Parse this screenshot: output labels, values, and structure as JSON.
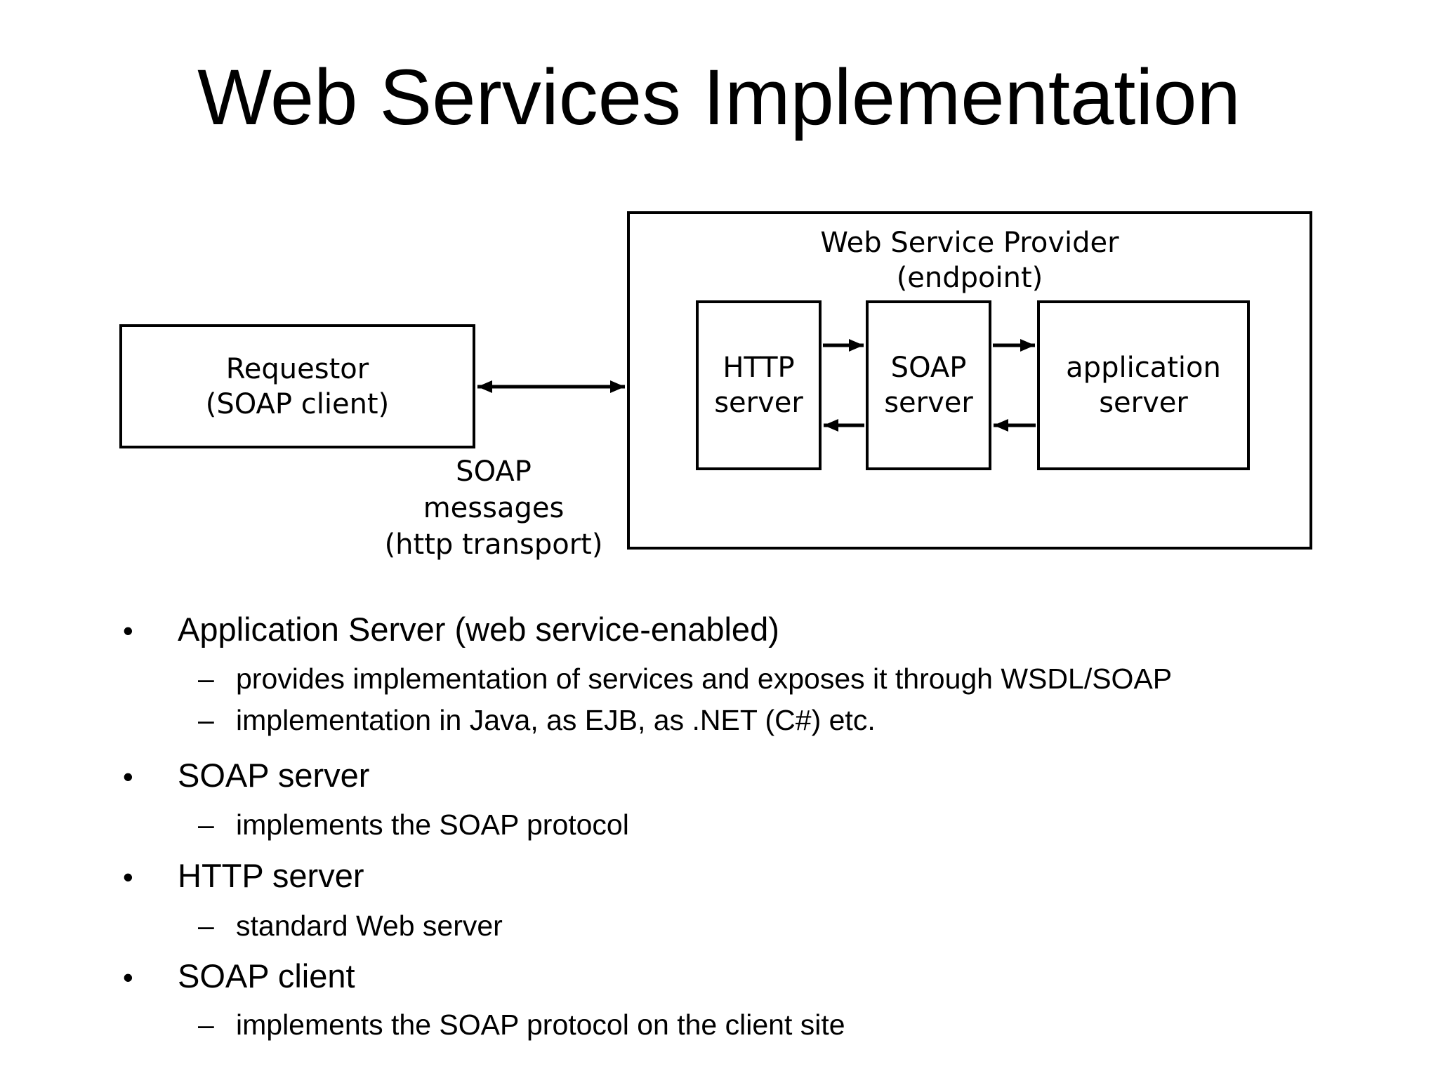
{
  "title": "Web Services Implementation",
  "colors": {
    "ink": "#000000",
    "background": "#ffffff"
  },
  "diagram": {
    "requestor": {
      "line1": "Requestor",
      "line2": "(SOAP client)"
    },
    "provider": {
      "line1": "Web Service Provider",
      "line2": "(endpoint)"
    },
    "http_server": {
      "line1": "HTTP",
      "line2": "server"
    },
    "soap_server": {
      "line1": "SOAP",
      "line2": "server"
    },
    "app_server": {
      "line1": "application",
      "line2": "server"
    },
    "soap_messages": {
      "line1": "SOAP",
      "line2": "messages",
      "line3": "(http transport)"
    },
    "connections": [
      "Requestor <-> Web Service Provider (bidirectional)",
      "HTTP server -> SOAP server (top)",
      "SOAP server -> HTTP server (bottom)",
      "SOAP server -> application server (top)",
      "application server -> SOAP server (bottom)"
    ]
  },
  "bullets": [
    {
      "level": 1,
      "marker": "•",
      "text": "Application Server (web service-enabled)"
    },
    {
      "level": 2,
      "marker": "–",
      "text": "provides implementation of services and exposes it through WSDL/SOAP"
    },
    {
      "level": 2,
      "marker": "–",
      "text": "implementation in Java, as EJB, as .NET (C#) etc."
    },
    {
      "level": 1,
      "marker": "•",
      "text": "SOAP server"
    },
    {
      "level": 2,
      "marker": "–",
      "text": "implements the SOAP protocol"
    },
    {
      "level": 1,
      "marker": "•",
      "text": "HTTP server"
    },
    {
      "level": 2,
      "marker": "–",
      "text": "standard Web server"
    },
    {
      "level": 1,
      "marker": "•",
      "text": "SOAP client"
    },
    {
      "level": 2,
      "marker": "–",
      "text": "implements the SOAP protocol on the client site"
    }
  ]
}
